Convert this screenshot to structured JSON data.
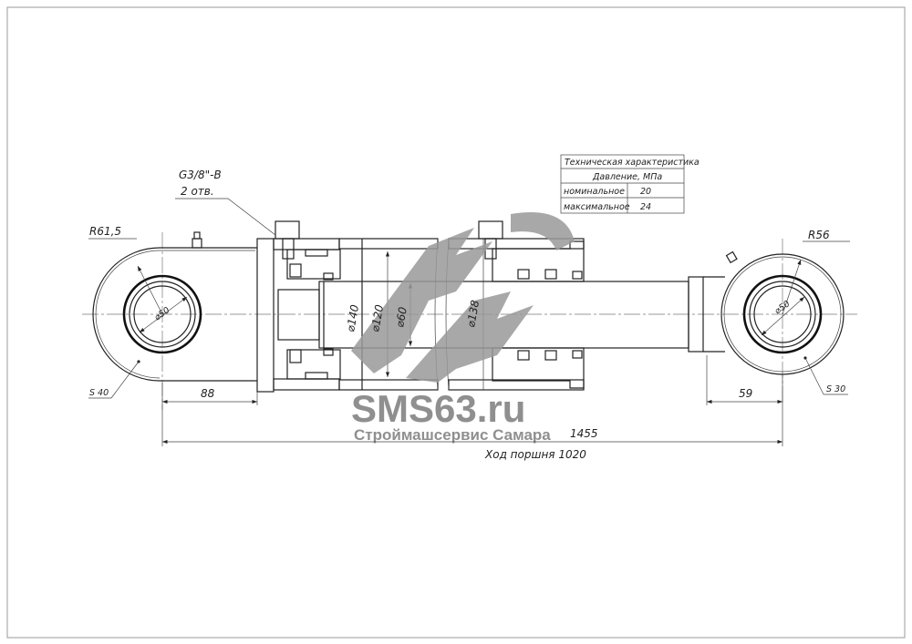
{
  "title_block": {
    "title": "Техническая характеристика",
    "pressure_header": "Давление, МПа",
    "rows": [
      {
        "label": "номинальное",
        "value": "20"
      },
      {
        "label": "максимальное",
        "value": "24"
      }
    ]
  },
  "port_callout": {
    "thread": "G3/8\"-B",
    "count": "2 отв."
  },
  "dimensions": {
    "left_radius": "R61,5",
    "right_radius": "R56",
    "left_pin_dia": "⌀50",
    "right_pin_dia": "⌀50",
    "left_thickness": "S 40",
    "right_thickness": "S 30",
    "left_offset": "88",
    "right_offset": "59",
    "overall_length": "1455",
    "stroke": "Ход поршня 1020",
    "tube_outer_dia": "⌀140",
    "bore_dia": "⌀120",
    "rod_dia": "⌀60",
    "gland_dia": "⌀138"
  },
  "watermark": {
    "brand": "SMS63.ru",
    "company": "Строймашсервис Самара"
  }
}
